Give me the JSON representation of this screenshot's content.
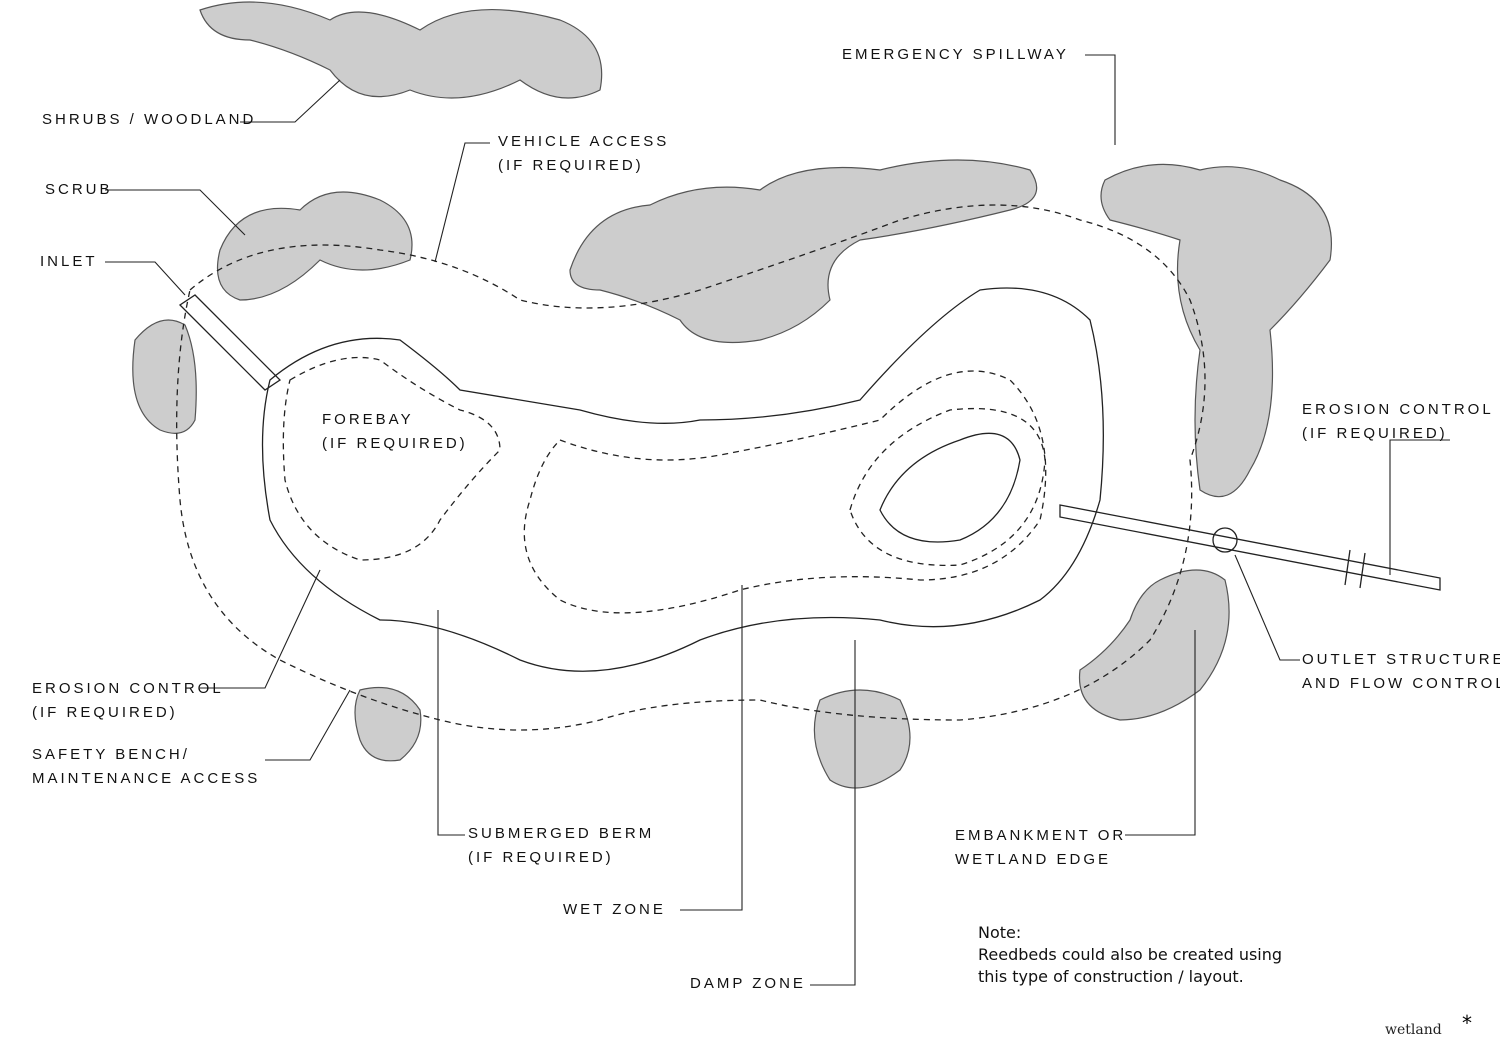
{
  "title": "wetland",
  "labels": {
    "shrubs": "SHRUBS / WOODLAND",
    "vehicle_access": "VEHICLE ACCESS\n(IF REQUIRED)",
    "spillway": "EMERGENCY SPILLWAY",
    "scrub": "SCRUB",
    "inlet": "INLET",
    "forebay": "FOREBAY\n(IF REQUIRED)",
    "erosion_right": "EROSION CONTROL\n(IF REQUIRED)",
    "outlet": "OUTLET STRUCTURE\nAND FLOW CONTROL",
    "erosion_left": "EROSION CONTROL\n(IF REQUIRED)",
    "safety_bench": "SAFETY BENCH/\nMAINTENANCE ACCESS",
    "submerged_berm": "SUBMERGED BERM\n(IF REQUIRED)",
    "embankment": "EMBANKMENT OR\nWETLAND EDGE",
    "wet_zone": "WET ZONE",
    "damp_zone": "DAMP ZONE"
  },
  "note": {
    "heading": "Note:",
    "text": "Reedbeds could also be created using\nthis type of construction / layout."
  },
  "colors": {
    "ink": "#111111",
    "foliage": "#c9c9c9"
  }
}
